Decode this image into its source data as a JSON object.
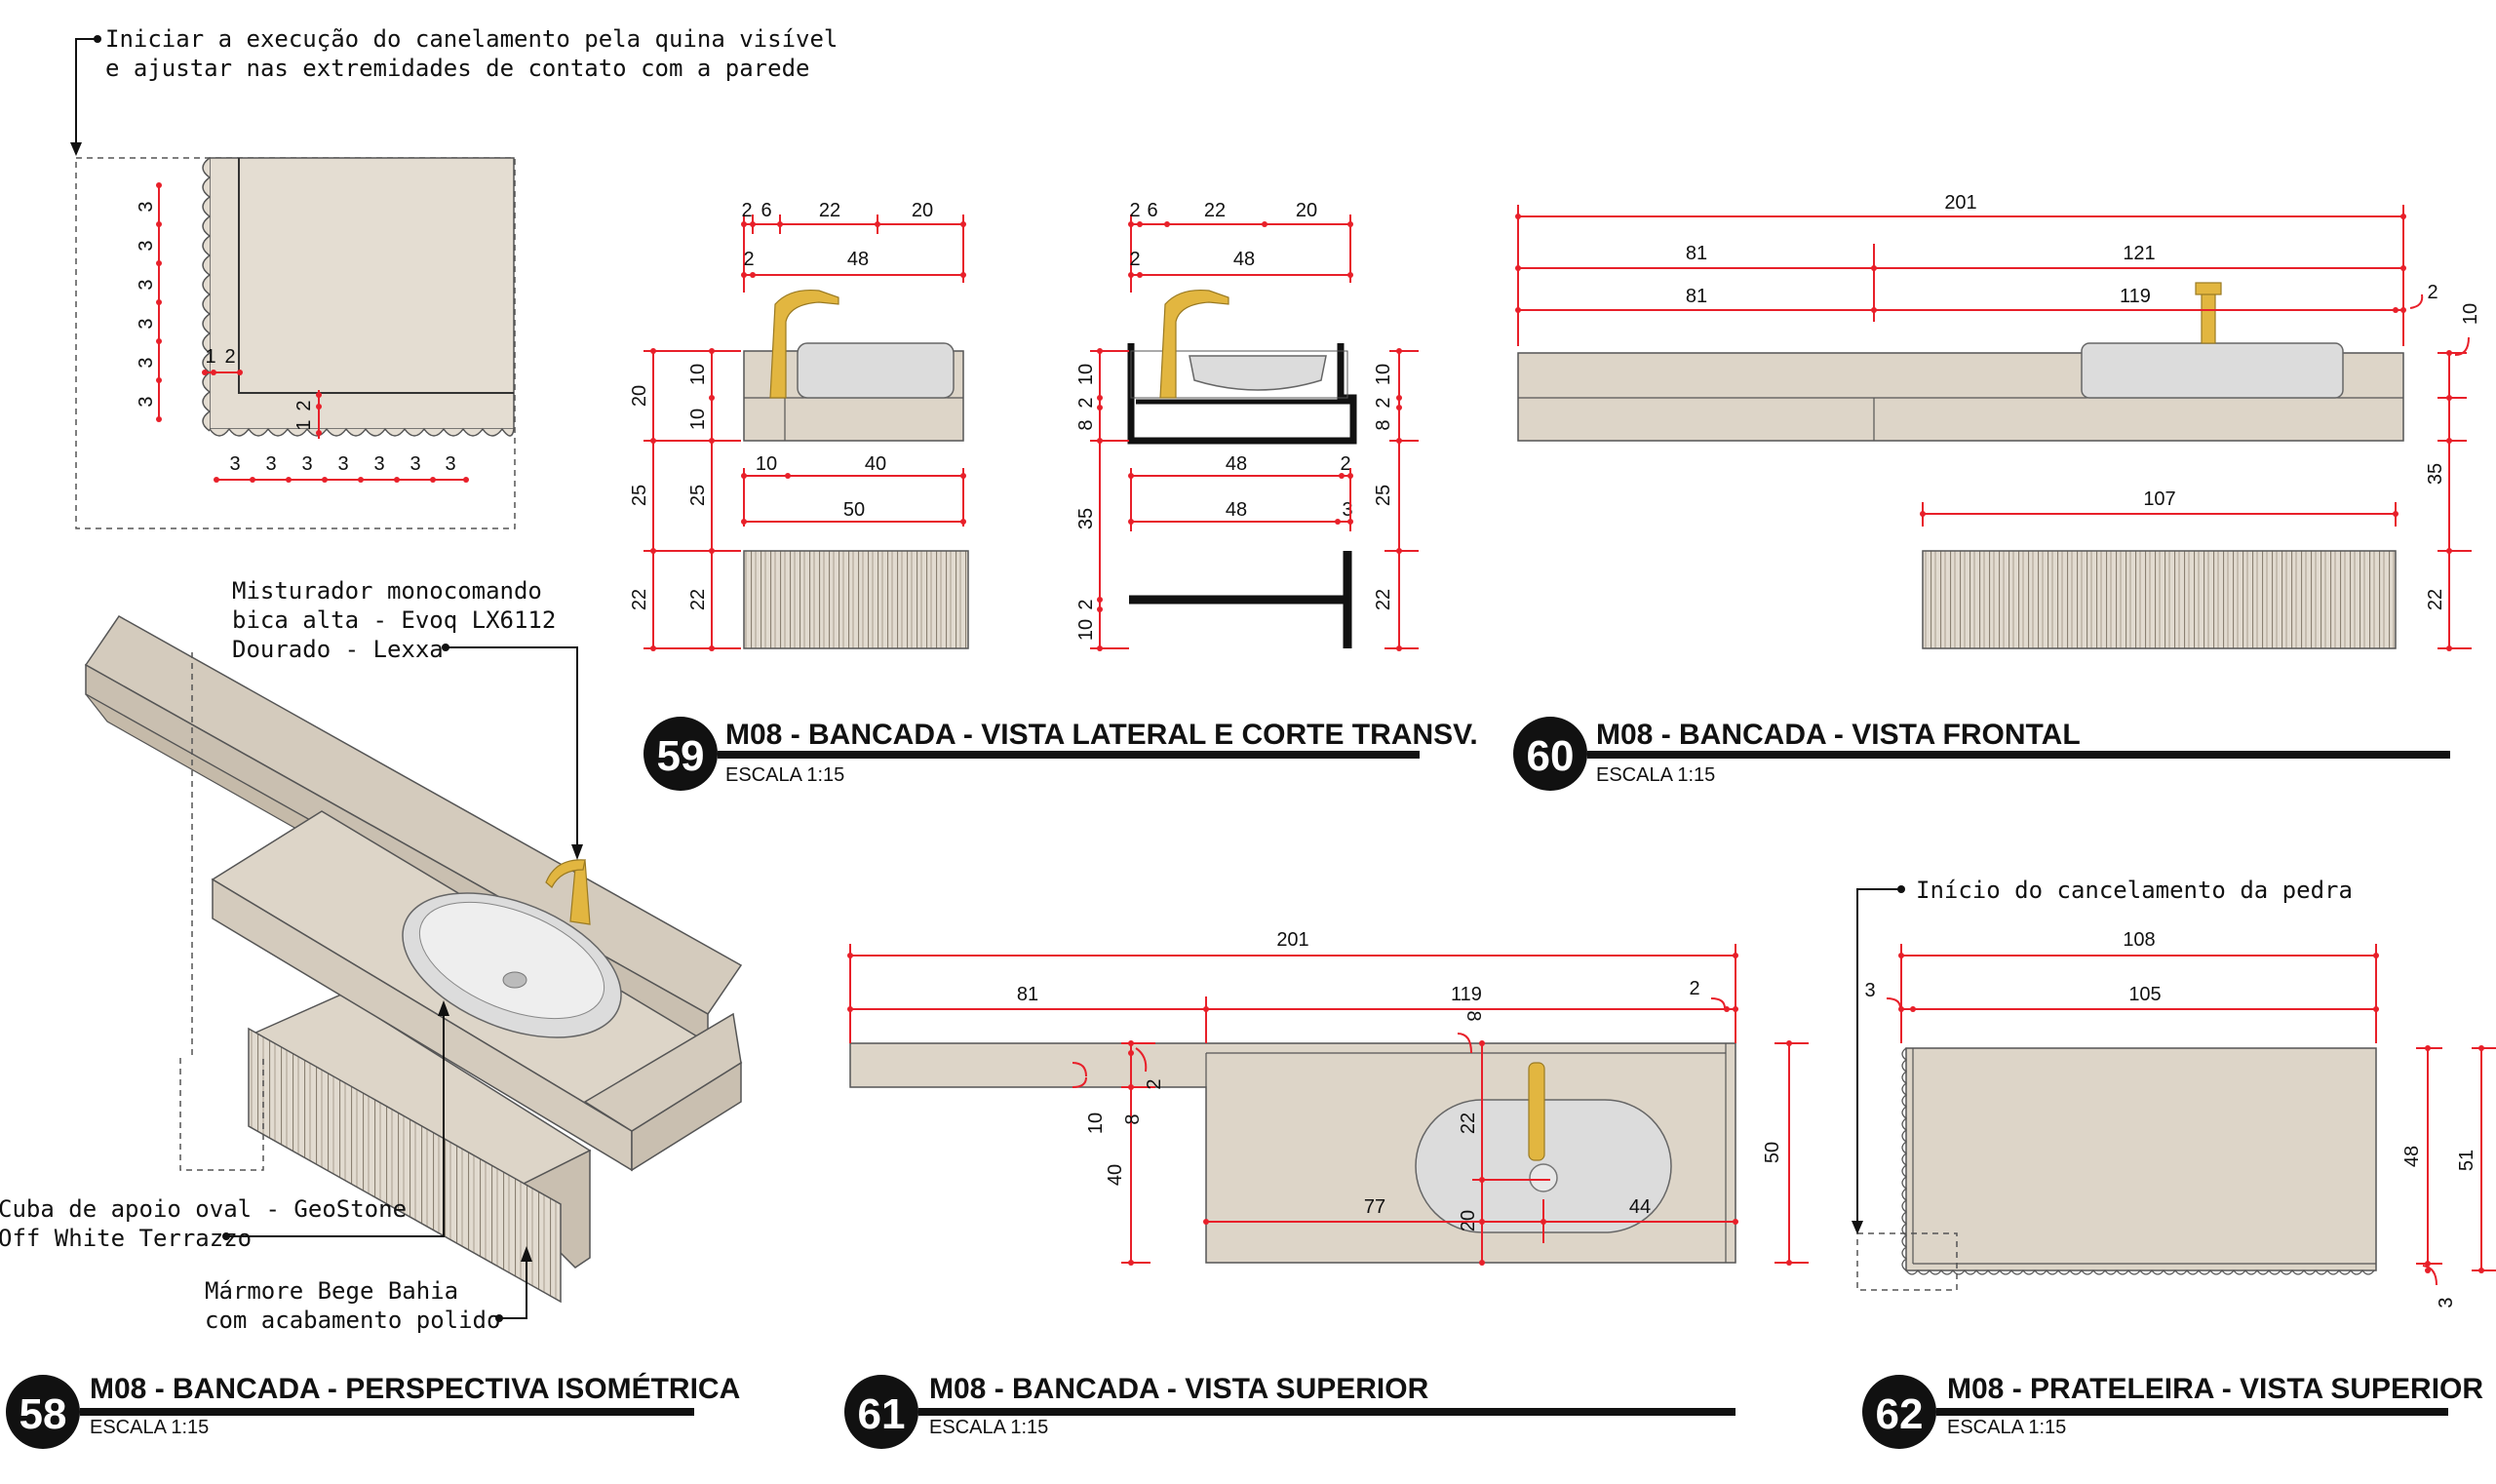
{
  "notes": {
    "canelamento_line1": "Iniciar a execução do canelamento pela quina visível",
    "canelamento_line2": "e ajustar nas extremidades de contato com a parede",
    "misturador_line1": "Misturador monocomando",
    "misturador_line2": "bica alta - Evoq LX6112",
    "misturador_line3": "Dourado - Lexxa",
    "cuba_line1": "Cuba de apoio oval - GeoStone",
    "cuba_line2": "Off White Terrazzo",
    "marmore_line1": "Mármore Bege Bahia",
    "marmore_line2": "com acabamento polido",
    "inicio_cancelamento": "Início do cancelamento da pedra"
  },
  "views": [
    {
      "number": "58",
      "title": "M08 - BANCADA - PERSPECTIVA ISOMÉTRICA",
      "scale": "ESCALA 1:15"
    },
    {
      "number": "59",
      "title": "M08 - BANCADA - VISTA LATERAL E CORTE TRANSV.",
      "scale": "ESCALA 1:15"
    },
    {
      "number": "60",
      "title": "M08 - BANCADA - VISTA FRONTAL",
      "scale": "ESCALA 1:15"
    },
    {
      "number": "61",
      "title": "M08 - BANCADA - VISTA SUPERIOR",
      "scale": "ESCALA 1:15"
    },
    {
      "number": "62",
      "title": "M08 - PRATELEIRA - VISTA SUPERIOR",
      "scale": "ESCALA 1:15"
    }
  ],
  "dims": {
    "detail": {
      "v": "3",
      "h": "3",
      "c1": "1",
      "c2": "2",
      "d1": "1",
      "d2": "2"
    },
    "v59": {
      "t2a": "2",
      "t6a": "6",
      "t22a": "22",
      "t20a": "20",
      "t2b": "2",
      "t48a": "48",
      "l20": "20",
      "l10a": "10",
      "l10b": "10",
      "l25a": "25",
      "l25b": "25",
      "l22a": "22",
      "l22b": "22",
      "b10": "10",
      "b40": "40",
      "b50": "50",
      "s2a": "2",
      "s6a": "6",
      "s22a": "22",
      "s20a": "20",
      "s2b": "2",
      "s48a": "48",
      "sl10": "10",
      "sl2": "2",
      "sl8": "8",
      "sl35": "35",
      "sl10b": "10",
      "sl2b": "2",
      "sb48a": "48",
      "sb2": "2",
      "sb48b": "48",
      "sb3": "3",
      "r10": "10",
      "r2": "2",
      "r8": "8",
      "r25": "25",
      "r22": "22"
    },
    "v60": {
      "d201": "201",
      "d81a": "81",
      "d121": "121",
      "d81b": "81",
      "d119": "119",
      "d2": "2",
      "d10": "10",
      "d35": "35",
      "d22": "22",
      "d107": "107"
    },
    "v61": {
      "d201": "201",
      "d81": "81",
      "d119": "119",
      "d2": "2",
      "d8a": "8",
      "d2b": "2",
      "d10": "10",
      "d8b": "8",
      "d40": "40",
      "d22": "22",
      "d20": "20",
      "d77": "77",
      "d44": "44",
      "d50": "50"
    },
    "v62": {
      "d108": "108",
      "d3a": "3",
      "d105": "105",
      "d48": "48",
      "d51": "51",
      "d3b": "3"
    }
  }
}
